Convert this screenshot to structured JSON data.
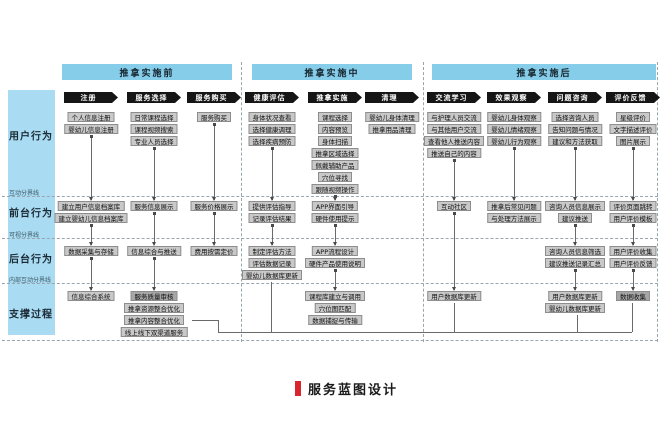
{
  "title": {
    "text": "服务蓝图设计"
  },
  "colors": {
    "accent_red": "#d9262c",
    "header_blue": "#86cdea",
    "sidebar_blue": "#a9dcf2",
    "box_gray": "#c9c9c9",
    "box_dark_gray": "#a6a6a6",
    "arrow_black": "#151515"
  },
  "rows": [
    {
      "label": "用户行为"
    },
    {
      "label": "前台行为"
    },
    {
      "label": "后台行为"
    },
    {
      "label": "支撑过程"
    }
  ],
  "boundaries": [
    {
      "label": "互动分界线"
    },
    {
      "label": "可视分界线"
    },
    {
      "label": "内部互动分界线"
    }
  ],
  "dark_boxes": [
    "数据收集",
    "服务质量审核"
  ],
  "sections": [
    {
      "header": "推拿实施前",
      "columns": [
        {
          "arrow": "注册",
          "user": [
            "个人信息注册",
            "婴幼儿信息注册"
          ],
          "front": [
            "建立用户信息档案库",
            "建立婴幼儿信息档案库"
          ],
          "back": [
            "数据采集与存储"
          ],
          "support": [
            "信息综合系统"
          ]
        },
        {
          "arrow": "服务选择",
          "user": [
            "日常课程选择",
            "课程视频搜索",
            "专业人员选择"
          ],
          "front": [
            "服务信息展示"
          ],
          "back": [
            "信息综合与推送"
          ],
          "support": [
            "服务质量审核",
            "推拿资源整合优化",
            "推拿内容整合优化",
            "线上线下双渠道服务"
          ]
        },
        {
          "arrow": "服务购买",
          "user": [
            "服务购买"
          ],
          "front": [
            "服务价格展示"
          ],
          "back": [
            "费用按需定价"
          ],
          "support": []
        }
      ]
    },
    {
      "header": "推拿实施中",
      "columns": [
        {
          "arrow": "健康评估",
          "user": [
            "身体状况查看",
            "选择健康调理",
            "选择疾病预防"
          ],
          "front": [
            "提供评估指导",
            "记录评估结果"
          ],
          "back": [
            "制定评估方法",
            "评估数据记录",
            "婴幼儿数据库更新"
          ],
          "support": []
        },
        {
          "arrow": "推拿实施",
          "user": [
            "课程选择",
            "内容预览",
            "身体扫描",
            "推拿区域选择",
            "佩戴辅助产品",
            "穴位寻找",
            "跟随视频操作"
          ],
          "front": [
            "APP界面引导",
            "硬件使用提示"
          ],
          "back": [
            "APP流程设计",
            "硬件产品使用说明"
          ],
          "support": [
            "课程库建立与调用",
            "穴位图匹配",
            "数据捕捉与传输"
          ]
        },
        {
          "arrow": "清理",
          "user": [
            "婴幼儿身体清理",
            "推拿用品清理"
          ],
          "front": [],
          "back": [],
          "support": []
        }
      ]
    },
    {
      "header": "推拿实施后",
      "columns": [
        {
          "arrow": "交流学习",
          "user": [
            "与护理人员交流",
            "与其他用户交流",
            "查看他人推送内容",
            "推送自己的内容"
          ],
          "front": [
            "互动社区"
          ],
          "back": [],
          "support": [
            "用户数据库更新"
          ]
        },
        {
          "arrow": "效果观察",
          "user": [
            "婴幼儿身体观察",
            "婴幼儿情绪观察",
            "婴幼儿行为观察"
          ],
          "front": [
            "推拿后常见问题",
            "与处理方法展示"
          ],
          "back": [],
          "support": []
        },
        {
          "arrow": "问题咨询",
          "user": [
            "选择咨询人员",
            "告知问题与情况",
            "建议和方法获取"
          ],
          "front": [
            "咨询人员信息展示",
            "建议推送"
          ],
          "back": [
            "咨询人员信息筛选",
            "建议推送记录汇总"
          ],
          "support": [
            "用户数据库更新",
            "婴幼儿数据库更新"
          ]
        },
        {
          "arrow": "评价反馈",
          "user": [
            "星级评价",
            "文字描述评价",
            "图片展示"
          ],
          "front": [
            "评价页面跳转",
            "用户评价模板"
          ],
          "back": [
            "用户评价收集",
            "用户评价反馈"
          ],
          "support": [
            "数据收集"
          ]
        }
      ]
    }
  ]
}
